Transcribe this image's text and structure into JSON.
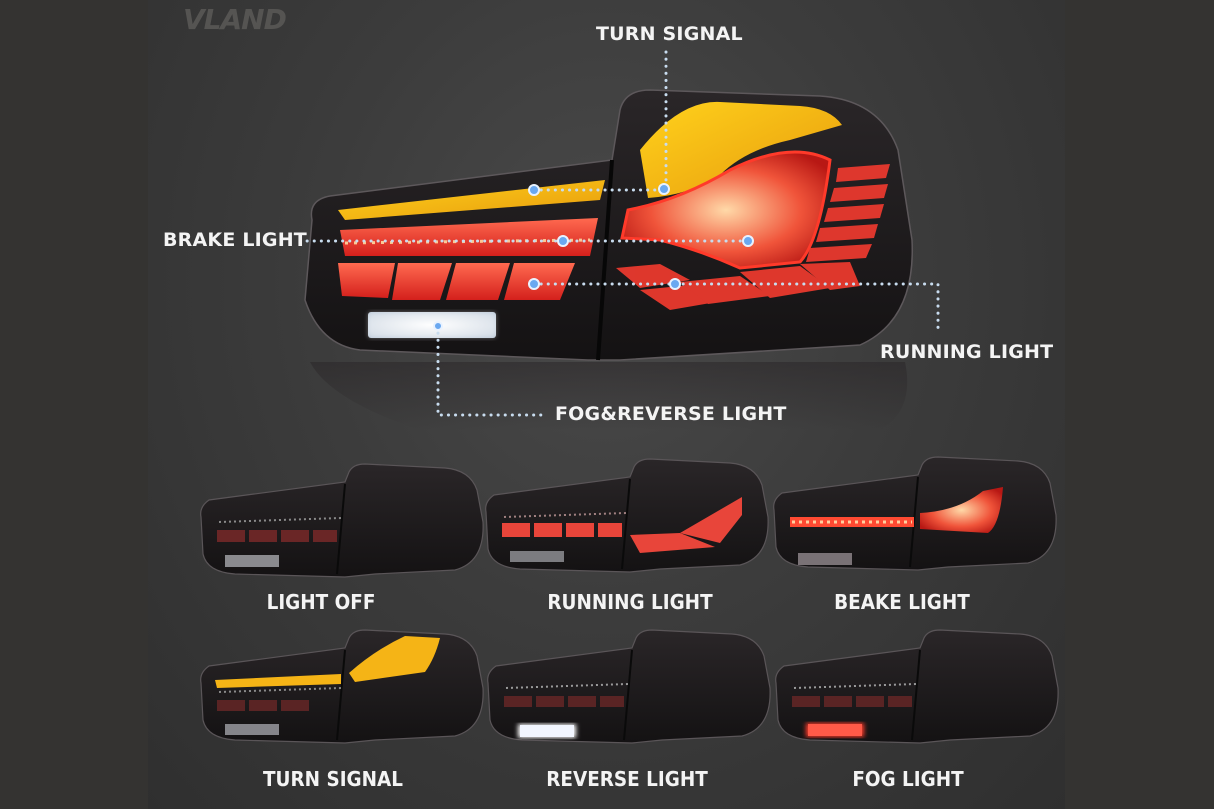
{
  "brand": {
    "logo_text": "VLAND"
  },
  "hero": {
    "callouts": [
      {
        "id": "turn-signal",
        "label": "TURN SIGNAL"
      },
      {
        "id": "brake-light",
        "label": "BRAKE LIGHT"
      },
      {
        "id": "running-light",
        "label": "RUNNING LIGHT"
      },
      {
        "id": "fog-reverse-light",
        "label": "FOG&REVERSE LIGHT"
      }
    ]
  },
  "modes": [
    {
      "label": "LIGHT OFF"
    },
    {
      "label": "RUNNING LIGHT"
    },
    {
      "label": "BEAKE LIGHT"
    },
    {
      "label": "TURN SIGNAL"
    },
    {
      "label": "REVERSE LIGHT"
    },
    {
      "label": "FOG LIGHT"
    }
  ],
  "colors": {
    "background": "#343331",
    "amber": "#f5b416",
    "red": "#e5322e",
    "white_light": "#eef4ff",
    "dot": "#6aa8f0",
    "label": "#f4f4f4"
  }
}
